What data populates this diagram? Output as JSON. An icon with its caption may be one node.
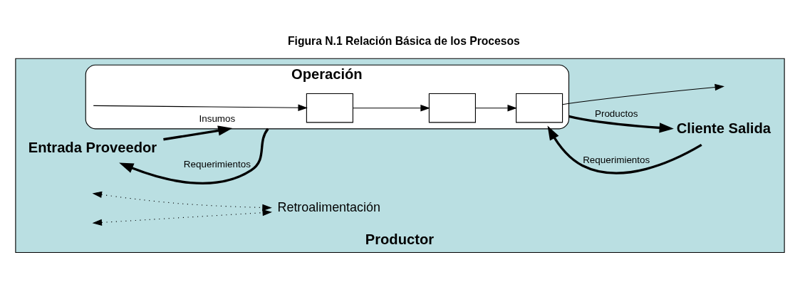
{
  "diagram": {
    "title": "Figura N.1 Relación Básica de los Procesos",
    "nodes": [
      {
        "text": [
          "Productor"
        ]
      },
      {
        "text": [
          "Entrada Proveedor"
        ],
        "in": 0
      },
      {
        "text": [
          "Operación"
        ],
        "in": 0
      },
      {
        "text": [],
        "shape": "box",
        "in": 2
      },
      {
        "text": [],
        "shape": "box",
        "in": 2
      },
      {
        "text": [],
        "shape": "box",
        "in": 2
      },
      {
        "text": [
          "Cliente Salida"
        ],
        "in": 0
      },
      {
        "text": [
          "Retroalimentación"
        ],
        "in": 0
      }
    ],
    "edges": [
      {
        "from": 2,
        "to": 1,
        "arrow": "to",
        "label": "Requerimientos",
        "style": "thick"
      },
      {
        "from": 6,
        "to": 2,
        "arrow": "to",
        "label": "Requerimientos",
        "style": "thick"
      },
      {
        "from": 1,
        "to": 2,
        "arrow": "to",
        "label": "Insumos",
        "style": "thick"
      },
      {
        "from": null,
        "to": 3,
        "arrow": "to"
      },
      {
        "from": 3,
        "to": 4,
        "arrow": "to"
      },
      {
        "from": 4,
        "to": 5,
        "arrow": "to"
      },
      {
        "from": 5,
        "to": null,
        "arrow": "to"
      },
      {
        "from": 2,
        "to": 6,
        "arrow": "to",
        "label": "Productos",
        "style": "thick"
      },
      {
        "from": null,
        "to": 7,
        "arrow": "both",
        "style": "dashed"
      },
      {
        "from": null,
        "to": 7,
        "arrow": "both",
        "style": "dashed"
      }
    ]
  }
}
